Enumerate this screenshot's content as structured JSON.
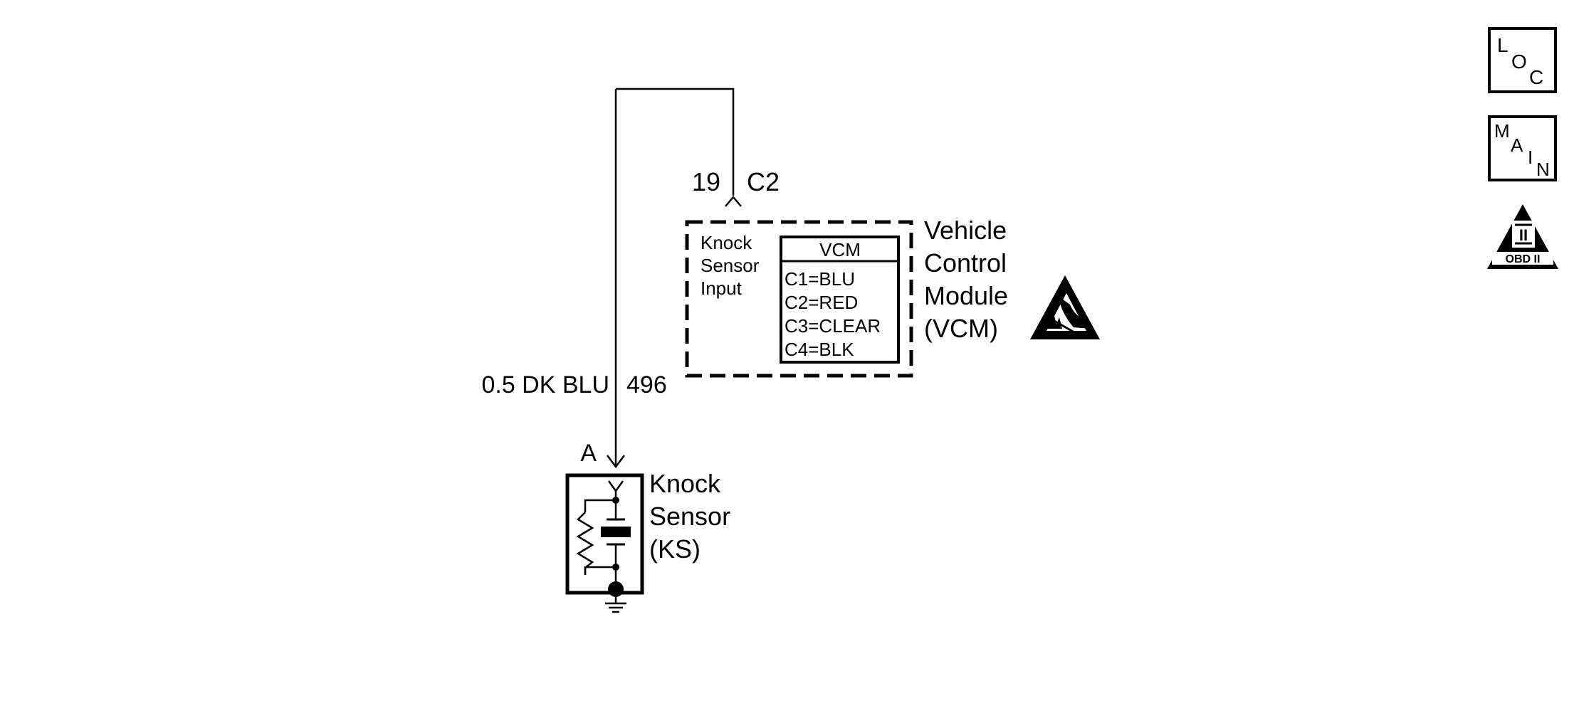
{
  "connector": {
    "pin": "19",
    "id": "C2"
  },
  "vcm": {
    "input_label": [
      "Knock",
      "Sensor",
      "Input"
    ],
    "table_header": "VCM",
    "connectors": [
      "C1=BLU",
      "C2=RED",
      "C3=CLEAR",
      "C4=BLK"
    ],
    "module_name": [
      "Vehicle",
      "Control",
      "Module",
      "(VCM)"
    ]
  },
  "wire": {
    "gauge_color": "0.5 DK BLU",
    "circuit": "496"
  },
  "knock_sensor": {
    "terminal": "A",
    "name": [
      "Knock",
      "Sensor",
      "(KS)"
    ]
  },
  "nav_buttons": {
    "loc": [
      "L",
      "O",
      "C"
    ],
    "main": [
      "M",
      "A",
      "I",
      "N"
    ],
    "obd": {
      "roman": "II",
      "label": "OBD II"
    }
  },
  "icons": {
    "esd": "esd-sensitive-icon",
    "ground": "ground-icon",
    "obd": "obd-ii-icon"
  }
}
